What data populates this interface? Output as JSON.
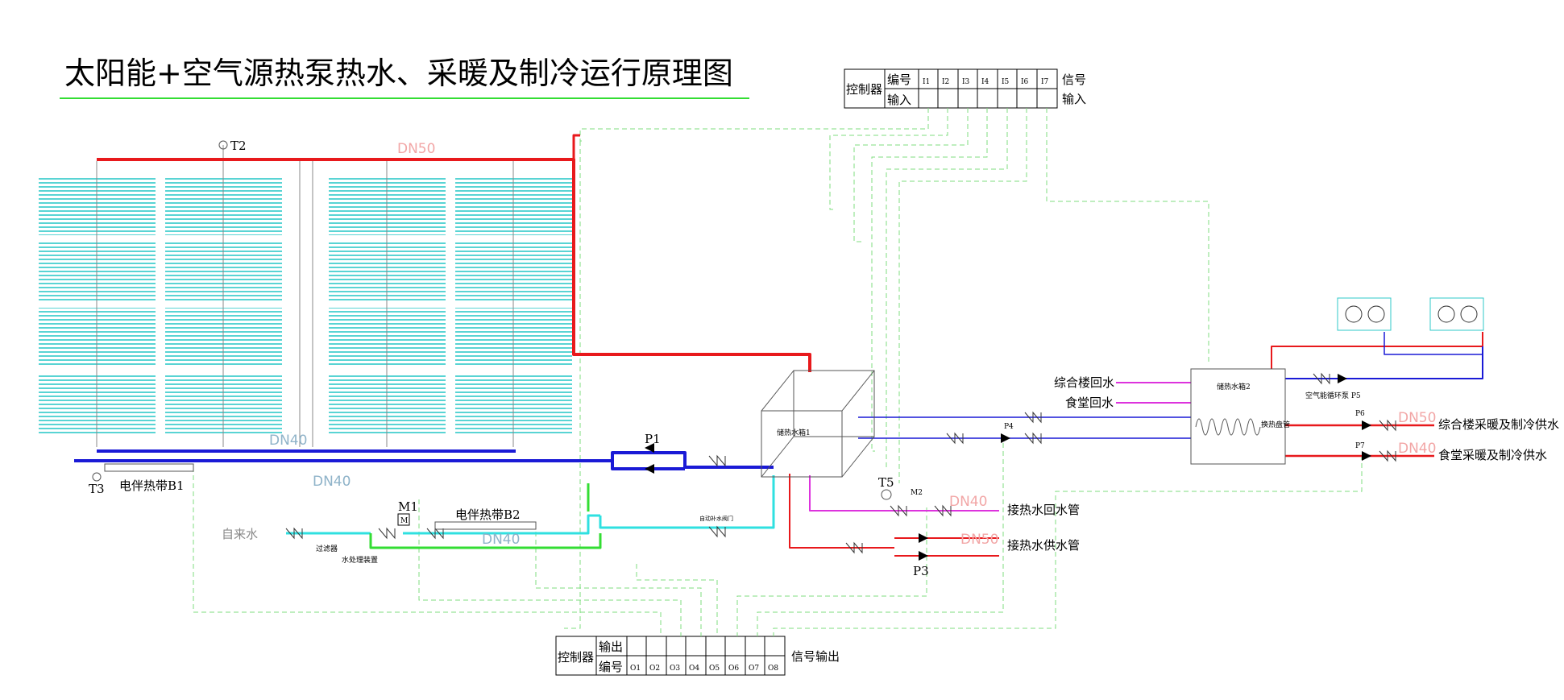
{
  "title": "太阳能+空气源热泵热水、采暖及制冷运行原理图",
  "colors": {
    "hot": "#e8191c",
    "cold": "#1a1ad6",
    "cyan": "#2fe0e0",
    "green": "#33dd33",
    "magenta": "#dd33dd",
    "signal": "#7fdd7f",
    "panel": "#2fc9c9"
  },
  "input_table": {
    "controller": "控制器",
    "row1": "编号",
    "row2": "输入",
    "channels": [
      "I1",
      "I2",
      "I3",
      "I4",
      "I5",
      "I6",
      "I7"
    ],
    "side": [
      "信号",
      "输入"
    ]
  },
  "output_table": {
    "controller": "控制器",
    "row1": "输出",
    "row2": "编号",
    "channels": [
      "O1",
      "O2",
      "O3",
      "O4",
      "O5",
      "O6",
      "O7",
      "O8"
    ],
    "side": "信号输出"
  },
  "labels": {
    "t2": "T2",
    "t3": "T3",
    "t5": "T5",
    "dn50_top": "DN50",
    "dn40_a": "DN40",
    "dn40_b": "DN40",
    "dn40_c": "DN40",
    "dn40_d": "DN40",
    "dn50_e": "DN50",
    "dn50_f": "DN50",
    "dn40_g": "DN40",
    "heat_tape_b1": "电伴热带B1",
    "heat_tape_b2": "电伴热带B2",
    "tap_water": "自来水",
    "filter": "过滤器",
    "water_treatment": "水处理装置",
    "m1": "M1",
    "m2": "M2",
    "p1": "P1",
    "p3": "P3",
    "p4": "P4",
    "p6": "P6",
    "p7": "P7",
    "tank1": "储热水箱1",
    "tank2": "储热水箱2",
    "makeup_valve": "自动补水阀门",
    "coil": "换热盘管",
    "pump_p5": "空气能循环泵 P5",
    "return_building": "综合楼回水",
    "return_canteen": "食堂回水",
    "supply_building": "综合楼采暖及制冷供水",
    "supply_canteen": "食堂采暖及制冷供水",
    "hot_return_pipe": "接热水回水管",
    "hot_supply_pipe": "接热水供水管"
  }
}
